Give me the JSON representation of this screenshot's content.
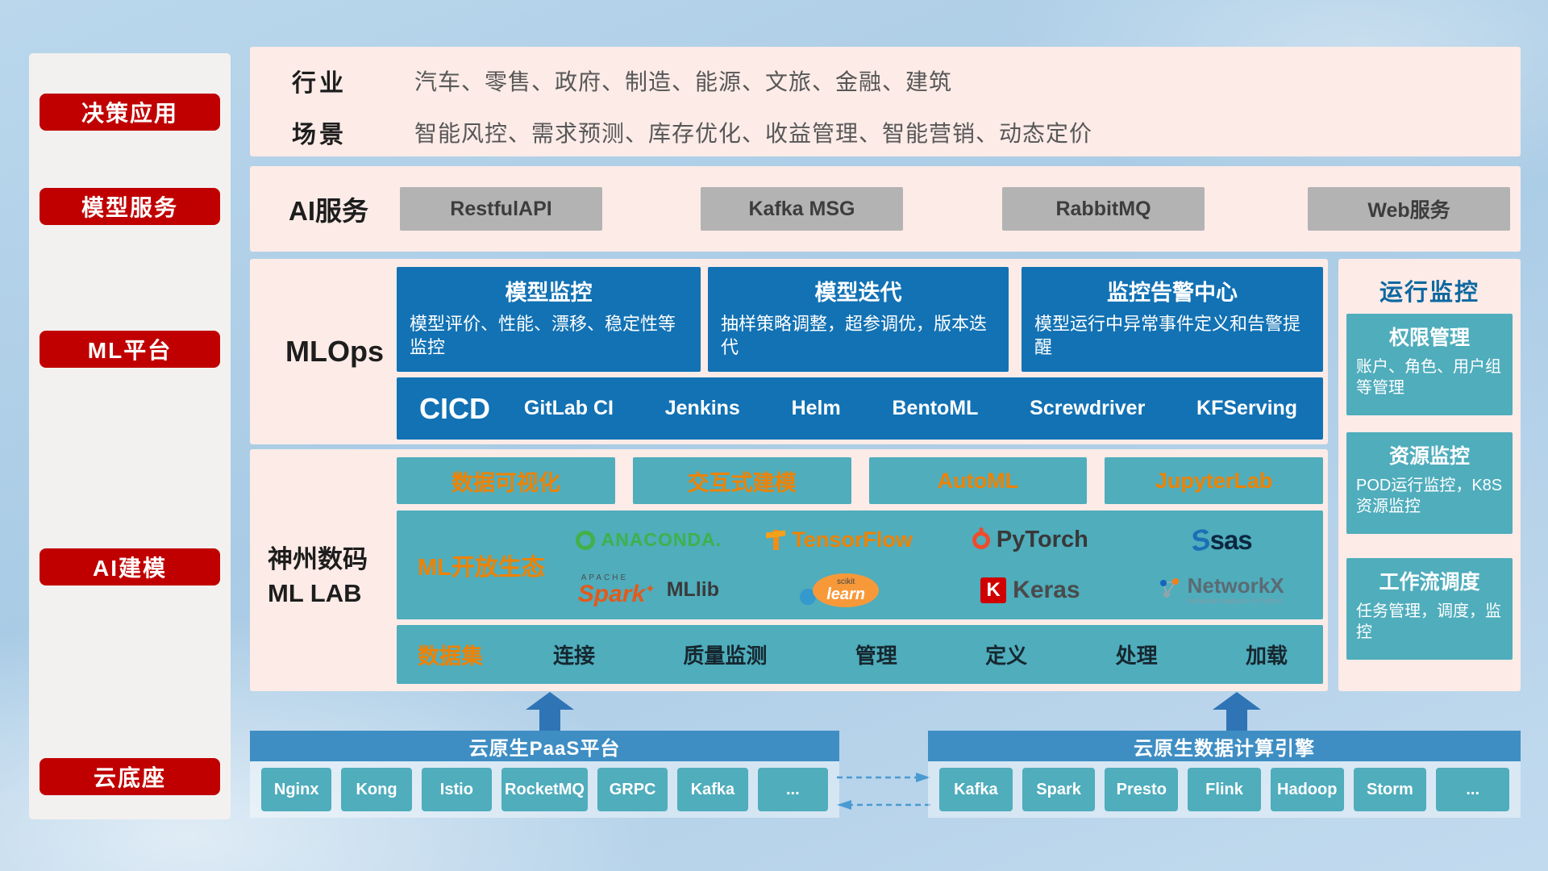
{
  "colors": {
    "accent_red": "#c00000",
    "panel_pink": "#fcebe7",
    "card_blue": "#1272b4",
    "teal": "#4fadbc",
    "orange": "#ef8200",
    "header_blue": "#3e8ec4"
  },
  "sidebar": {
    "items": [
      {
        "label": "决策应用"
      },
      {
        "label": "模型服务"
      },
      {
        "label": "ML平台"
      },
      {
        "label": "AI建模"
      },
      {
        "label": "云底座"
      }
    ]
  },
  "industry": {
    "rows": [
      {
        "label": "行业",
        "value": "汽车、零售、政府、制造、能源、文旅、金融、建筑"
      },
      {
        "label": "场景",
        "value": "智能风控、需求预测、库存优化、收益管理、智能营销、动态定价"
      }
    ]
  },
  "ai_services": {
    "label": "AI服务",
    "buttons": [
      "RestfulAPI",
      "Kafka MSG",
      "RabbitMQ",
      "Web服务"
    ]
  },
  "mlops": {
    "label": "MLOps",
    "cards": [
      {
        "title": "模型监控",
        "desc": "模型评价、性能、漂移、稳定性等监控"
      },
      {
        "title": "模型迭代",
        "desc": "抽样策略调整，超参调优，版本迭代"
      },
      {
        "title": "监控告警中心",
        "desc": "模型运行中异常事件定义和告警提醒"
      }
    ],
    "cicd": {
      "label": "CICD",
      "items": [
        "GitLab CI",
        "Jenkins",
        "Helm",
        "BentoML",
        "Screwdriver",
        "KFServing"
      ]
    }
  },
  "mllab": {
    "label_line1": "神州数码",
    "label_line2": "ML LAB",
    "tools": [
      "数据可视化",
      "交互式建模",
      "AutoML",
      "JupyterLab"
    ],
    "ecosystem": {
      "label": "ML开放生态",
      "logos": {
        "anaconda": {
          "text": "ANACONDA."
        },
        "tensorflow": {
          "text": "TensorFlow"
        },
        "pytorch": {
          "text": "PyTorch"
        },
        "sas": {
          "text": "sas"
        },
        "spark": {
          "apache": "APACHE",
          "text": "Spark",
          "mllib": "MLlib"
        },
        "sklearn": {
          "sub": "scikit",
          "text": "learn"
        },
        "keras": {
          "badge": "K",
          "text": "Keras"
        },
        "networkx": {
          "text": "NetworkX",
          "sub": "Network Analysis in Python"
        }
      }
    },
    "dataset": {
      "label": "数据集",
      "items": [
        "连接",
        "质量监测",
        "管理",
        "定义",
        "处理",
        "加载"
      ]
    }
  },
  "monitoring": {
    "title": "运行监控",
    "cards": [
      {
        "title": "权限管理",
        "desc": "账户、角色、用户组等管理"
      },
      {
        "title": "资源监控",
        "desc": "POD运行监控，K8S资源监控"
      },
      {
        "title": "工作流调度",
        "desc": "任务管理，调度，监控"
      }
    ]
  },
  "foundation": {
    "paas": {
      "title": "云原生PaaS平台",
      "items": [
        "Nginx",
        "Kong",
        "Istio",
        "RocketMQ",
        "GRPC",
        "Kafka",
        "..."
      ]
    },
    "engine": {
      "title": "云原生数据计算引擎",
      "items": [
        "Kafka",
        "Spark",
        "Presto",
        "Flink",
        "Hadoop",
        "Storm",
        "..."
      ]
    }
  }
}
